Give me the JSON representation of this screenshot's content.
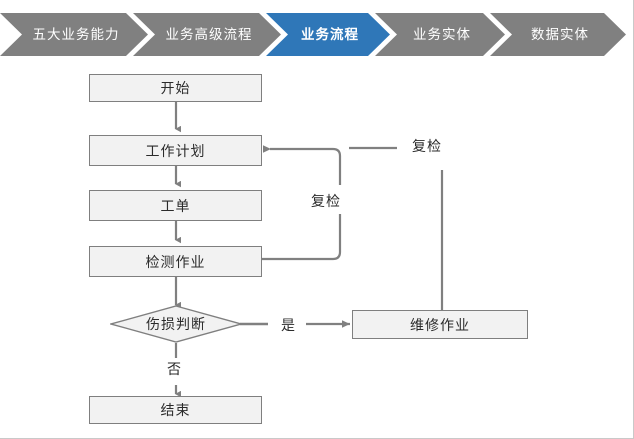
{
  "breadcrumb": {
    "items": [
      {
        "label": "五大业务能力",
        "active": false
      },
      {
        "label": "业务高级流程",
        "active": false
      },
      {
        "label": "业务流程",
        "active": true
      },
      {
        "label": "业务实体",
        "active": false
      },
      {
        "label": "数据实体",
        "active": false
      }
    ],
    "active_color": "#2f77b8",
    "inactive_color": "#808080",
    "text_color": "#ffffff"
  },
  "diagram": {
    "type": "flowchart",
    "node_fill": "#f2f2f2",
    "node_border": "#7f7f7f",
    "connector_color": "#808080",
    "nodes": [
      {
        "id": "start",
        "label": "开始",
        "shape": "rect"
      },
      {
        "id": "workplan",
        "label": "工作计划",
        "shape": "rect"
      },
      {
        "id": "workorder",
        "label": "工单",
        "shape": "rect"
      },
      {
        "id": "inspect",
        "label": "检测作业",
        "shape": "rect"
      },
      {
        "id": "decision",
        "label": "伤损判断",
        "shape": "diamond"
      },
      {
        "id": "repair",
        "label": "维修作业",
        "shape": "rect"
      },
      {
        "id": "end",
        "label": "结束",
        "shape": "rect"
      }
    ],
    "edge_labels": {
      "recheck_inner": "复检",
      "recheck_outer": "复检",
      "yes": "是",
      "no": "否"
    }
  }
}
